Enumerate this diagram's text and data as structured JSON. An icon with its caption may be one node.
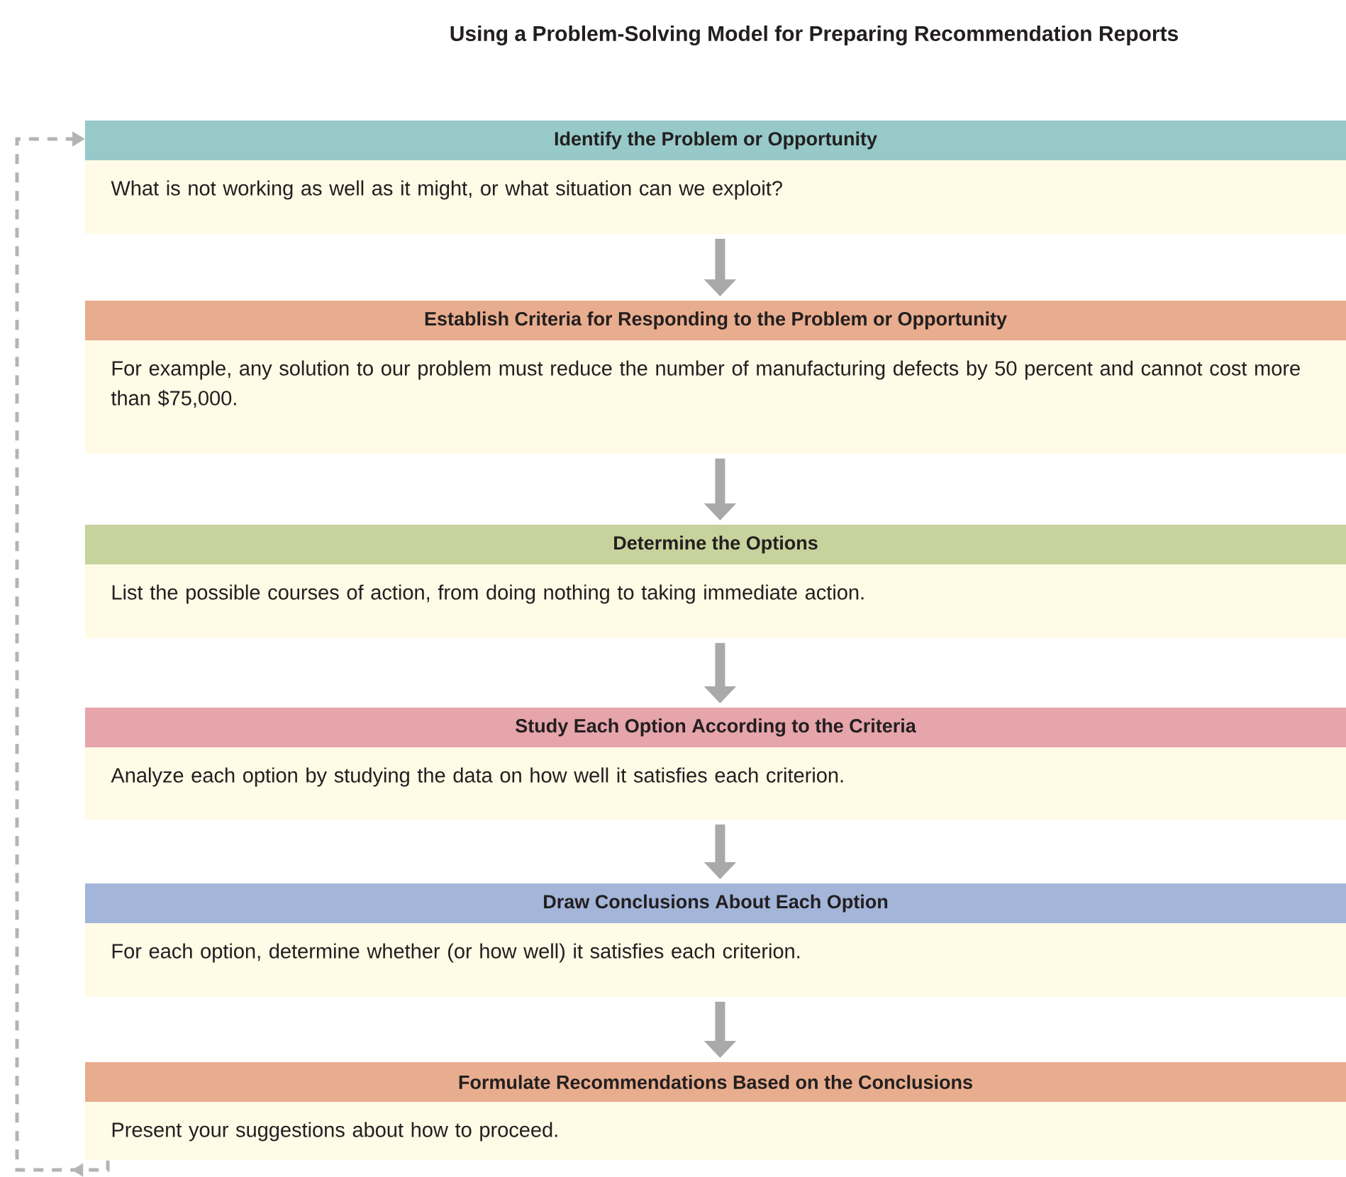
{
  "diagram": {
    "title": "Using a Problem-Solving Model for Preparing Recommendation Reports",
    "nodes": [
      {
        "text": [
          "Identify the Problem or Opportunity",
          "What is not working as well as it might, or what situation can we exploit?"
        ]
      },
      {
        "text": [
          "Establish Criteria for Responding to the Problem or Opportunity",
          "For example, any solution to our problem must reduce the number of manufacturing defects by 50 percent and cannot cost more than $75,000."
        ]
      },
      {
        "text": [
          "Determine the Options",
          "List the possible courses of action, from doing nothing to taking immediate action."
        ]
      },
      {
        "text": [
          "Study Each Option According to the Criteria",
          "Analyze each option by studying the data on how well it satisfies each criterion."
        ]
      },
      {
        "text": [
          "Draw Conclusions About Each Option",
          "For each option, determine whether (or how well) it satisfies each criterion."
        ]
      },
      {
        "text": [
          "Formulate Recommendations Based on the Conclusions",
          "Present your suggestions about how to proceed."
        ]
      }
    ],
    "edges": [
      {
        "from": 0,
        "to": 1,
        "arrow": "to"
      },
      {
        "from": 1,
        "to": 2,
        "arrow": "to"
      },
      {
        "from": 2,
        "to": 3,
        "arrow": "to"
      },
      {
        "from": 3,
        "to": 4,
        "arrow": "to"
      },
      {
        "from": 4,
        "to": 5,
        "arrow": "to"
      },
      {
        "from": 5,
        "to": 0,
        "arrow": "to",
        "style": "dashed"
      }
    ]
  }
}
